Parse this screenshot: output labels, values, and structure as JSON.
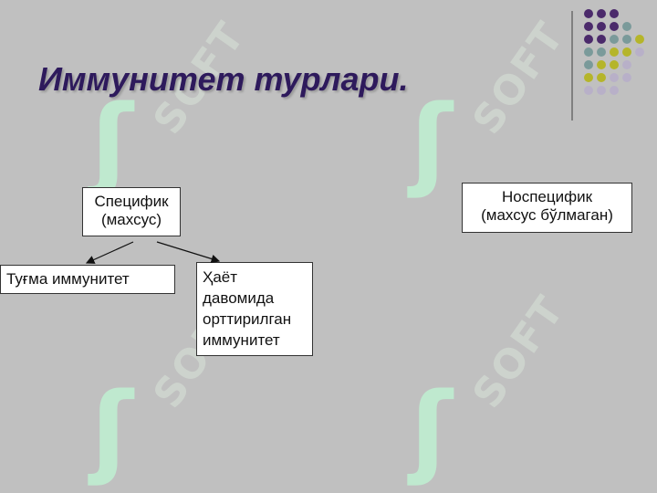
{
  "slide": {
    "title": "Иммунитет турлари.",
    "background": "#c0c0c0",
    "title_color": "#2e1a5c"
  },
  "diagram": {
    "specific": {
      "line1": "Специфик",
      "line2": "(махсус)"
    },
    "nonspecific": {
      "line1": "Носпецифик",
      "line2": "(махсус бўлмаган)"
    },
    "innate": {
      "label": "Туғма иммунитет"
    },
    "acquired": {
      "line1": "Ҳаёт",
      "line2": "давомида",
      "line3": "орттирилган",
      "line4": "иммунитет"
    }
  },
  "watermark": {
    "text": "SOFT",
    "color": "#bfe9cf"
  },
  "decoration": {
    "dot_colors": [
      "#4b2a6b",
      "#7a9a9a",
      "#b5b52a",
      "#b8b0c8"
    ]
  }
}
